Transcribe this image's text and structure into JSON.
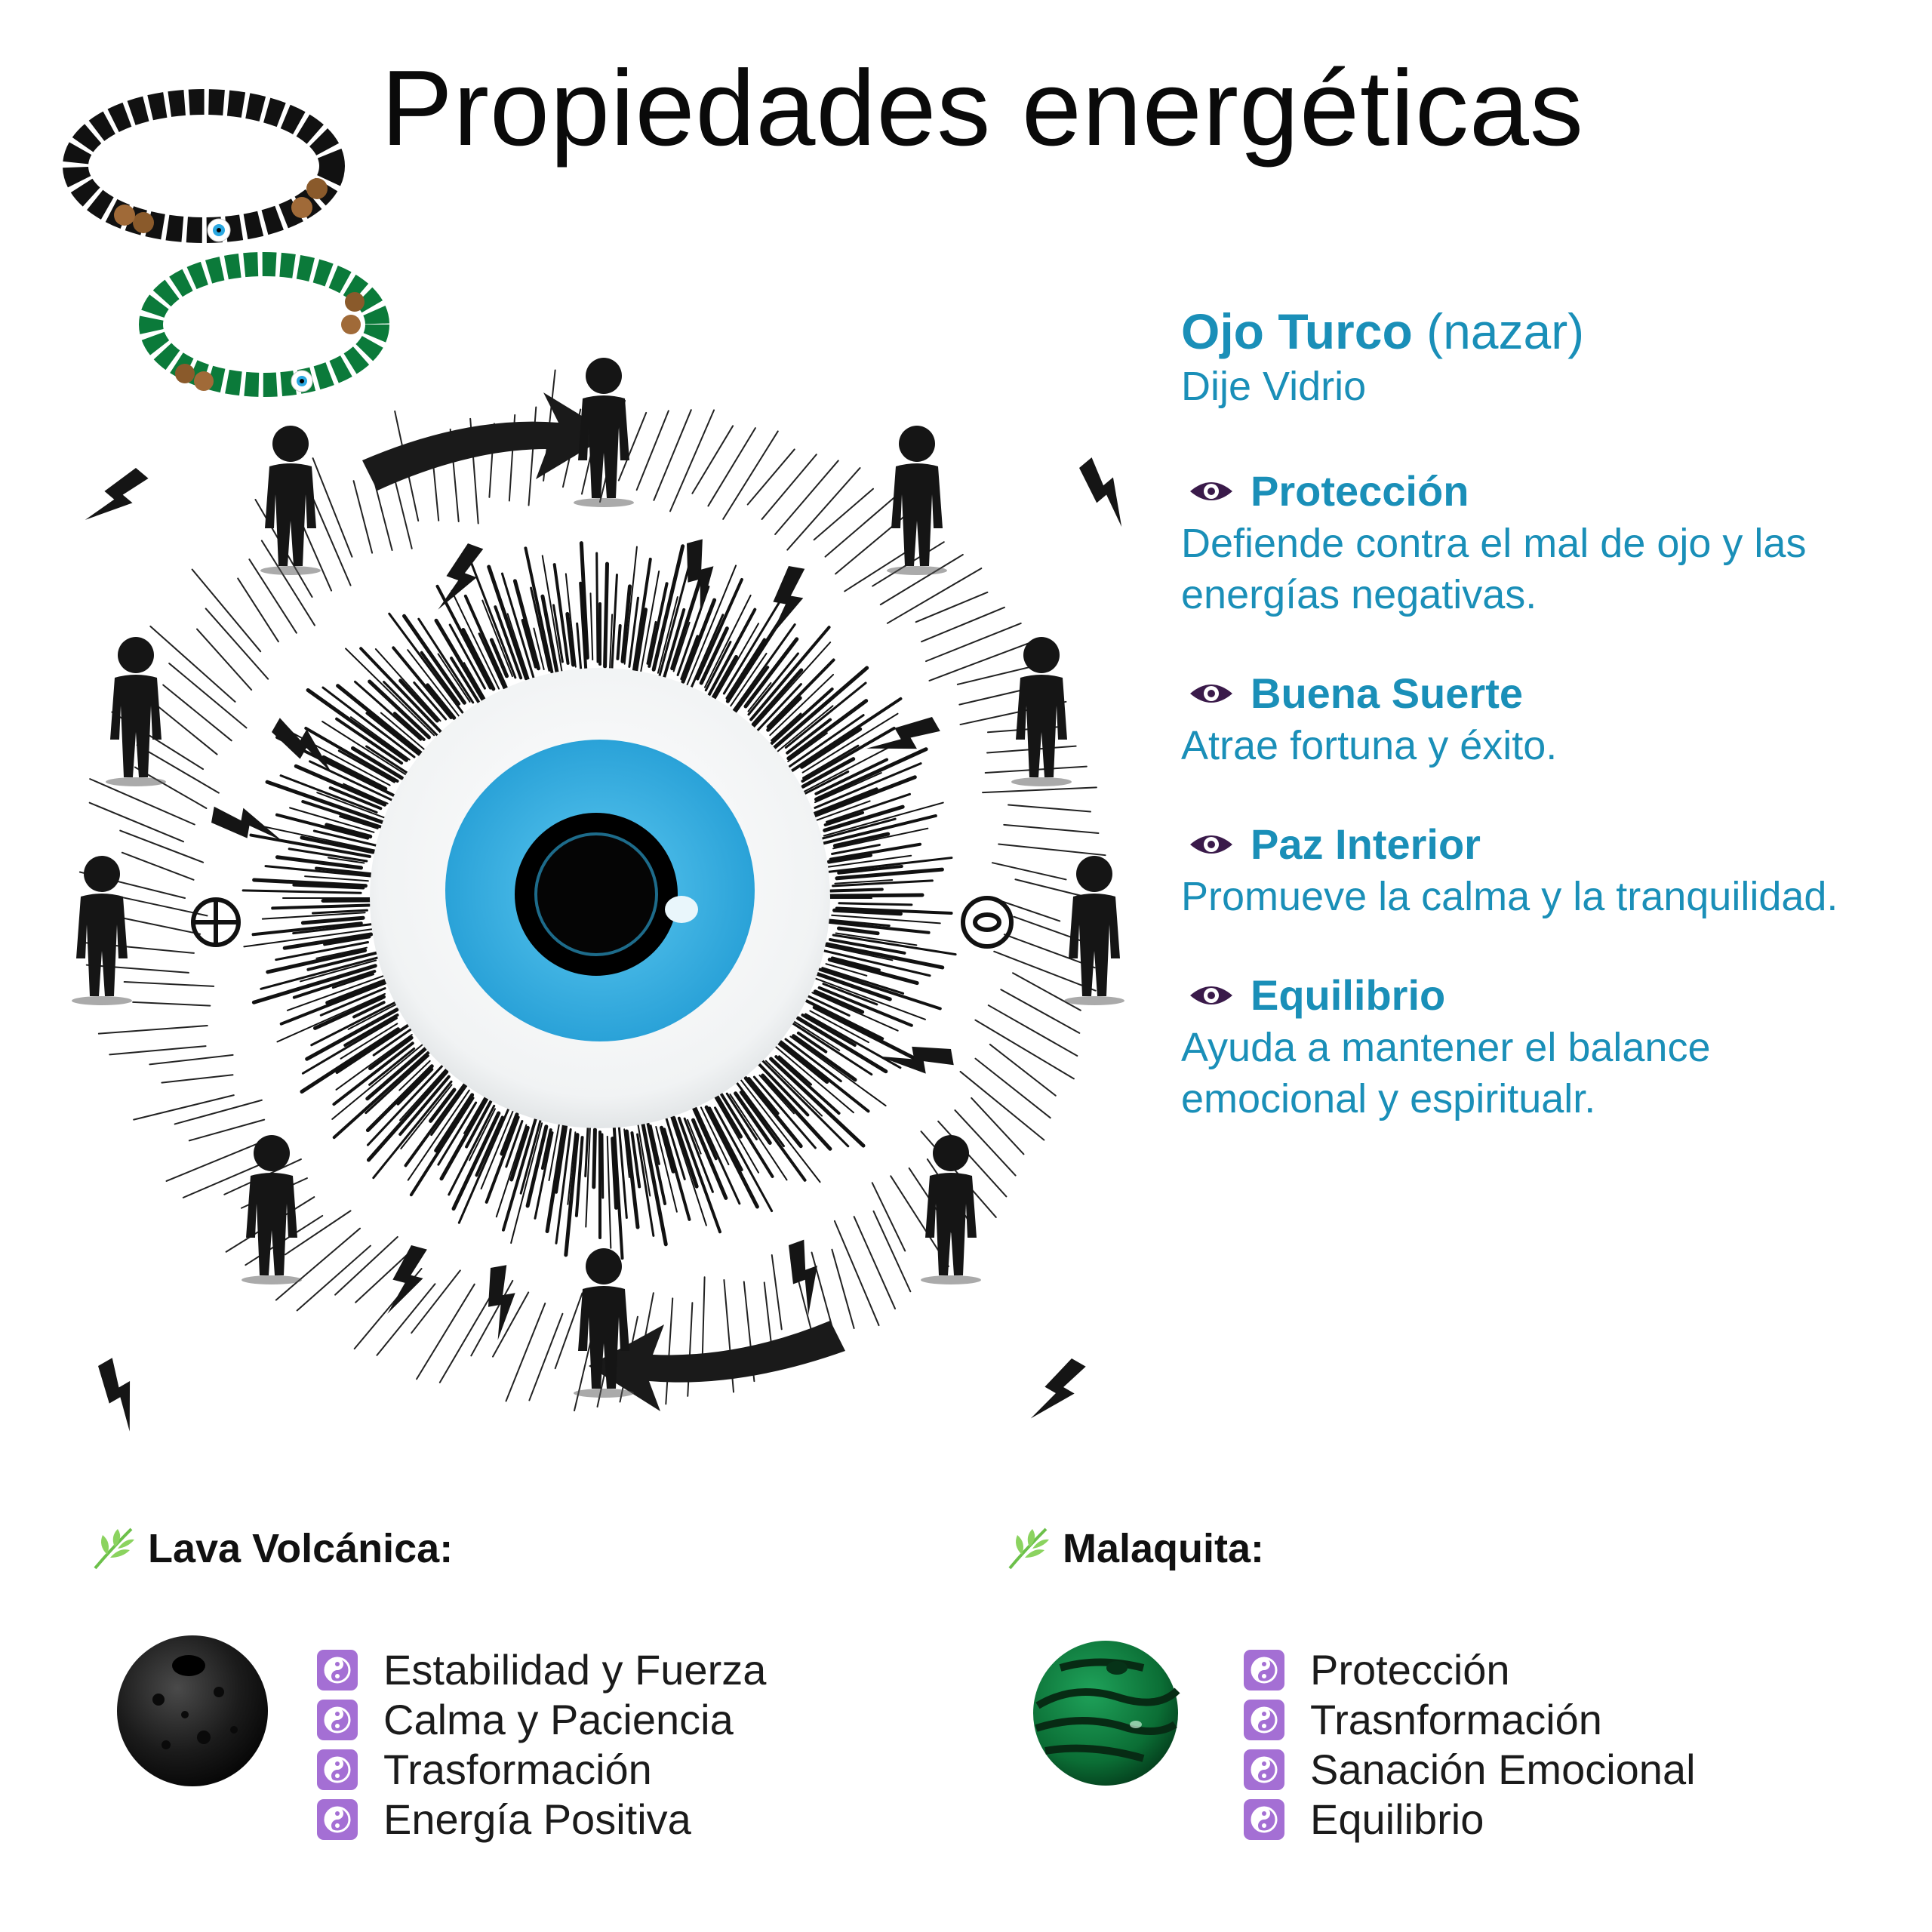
{
  "title": "Propiedades energéticas",
  "nazar": {
    "name": "Ojo Turco",
    "name_suffix": "(nazar)",
    "material": "Dije Vidrio",
    "properties": [
      {
        "title": "Protección",
        "desc": "Defiende contra el  mal de ojo y las energías negativas."
      },
      {
        "title": "Buena Suerte",
        "desc": "Atrae fortuna y éxito."
      },
      {
        "title": "Paz Interior",
        "desc": "Promueve la calma y la tranquilidad."
      },
      {
        "title": "Equilibrio",
        "desc": "Ayuda a mantener el balance emocional y espiritualr."
      }
    ]
  },
  "lava": {
    "title": "Lava Volcánica:",
    "items": [
      "Estabilidad y Fuerza",
      "Calma y Paciencia",
      "Trasformación",
      "Energía Positiva"
    ]
  },
  "malaquita": {
    "title": "Malaquita:",
    "items": [
      "Protección",
      "Trasnformación",
      "Sanación Emocional",
      "Equilibrio"
    ]
  },
  "colors": {
    "accent": "#1a8fb8",
    "bullet": "#a46fd4",
    "eye_iris": "#3fb4e4",
    "leaf": "#6cc04a"
  }
}
